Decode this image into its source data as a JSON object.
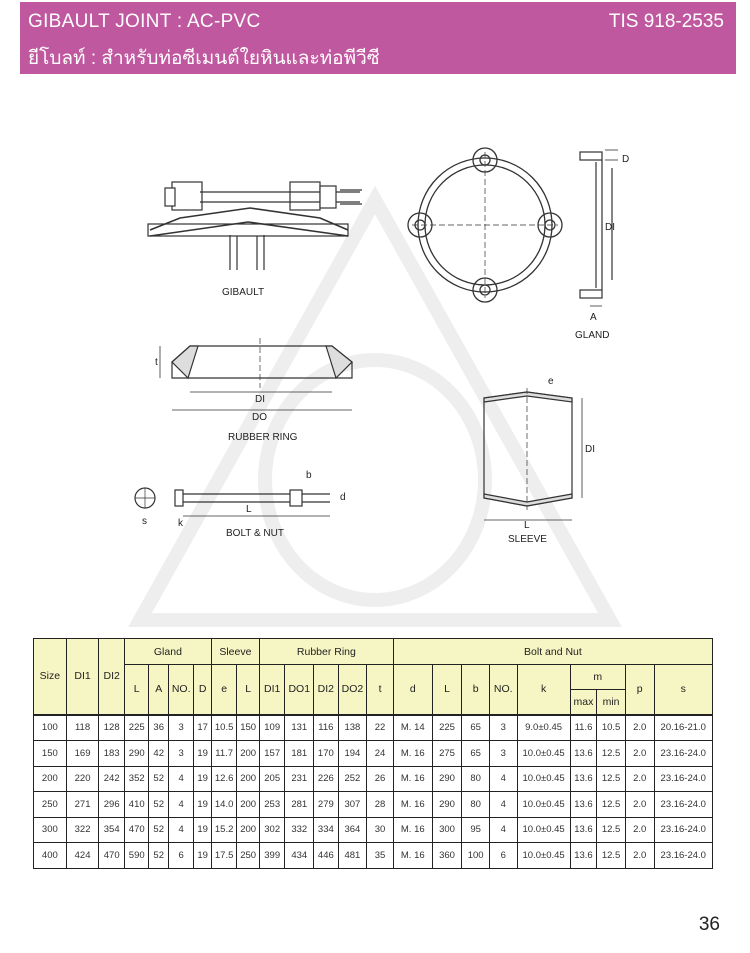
{
  "header": {
    "title": "GIBAULT JOINT : AC-PVC",
    "subtitle": "ยีโบลท์ : สำหรับท่อซีเมนต์ใยหินและท่อพีวีซี",
    "standard": "TIS 918-2535"
  },
  "drawings": {
    "gibault": "GIBAULT",
    "gland": "GLAND",
    "rubber_ring": "RUBBER RING",
    "bolt_nut": "BOLT & NUT",
    "sleeve": "SLEEVE",
    "dim_D": "D",
    "dim_DI": "DI",
    "dim_A": "A",
    "dim_t": "t",
    "dim_DO": "DO",
    "dim_e": "e",
    "dim_L": "L",
    "dim_b": "b",
    "dim_d": "d",
    "dim_s": "s",
    "dim_k": "k"
  },
  "table": {
    "group_headers": {
      "size": "Size",
      "di1": "DI1",
      "di2": "DI2",
      "gland": "Gland",
      "sleeve": "Sleeve",
      "rubber_ring": "Rubber Ring",
      "bolt_nut": "Bolt and Nut"
    },
    "sub_headers": {
      "gland": [
        "L",
        "A",
        "NO.",
        "D"
      ],
      "sleeve": [
        "e",
        "L"
      ],
      "rubber_ring": [
        "DI1",
        "DO1",
        "DI2",
        "DO2",
        "t"
      ],
      "bolt": [
        "d",
        "L",
        "b",
        "NO.",
        "k"
      ],
      "m": "m",
      "p": "p",
      "s": "s",
      "max": "max",
      "min": "min"
    },
    "rows": [
      [
        "100",
        "118",
        "128",
        "225",
        "36",
        "3",
        "17",
        "10.5",
        "150",
        "109",
        "131",
        "116",
        "138",
        "22",
        "M. 14",
        "225",
        "65",
        "3",
        "9.0±0.45",
        "11.6",
        "10.5",
        "2.0",
        "20.16-21.0"
      ],
      [
        "150",
        "169",
        "183",
        "290",
        "42",
        "3",
        "19",
        "11.7",
        "200",
        "157",
        "181",
        "170",
        "194",
        "24",
        "M. 16",
        "275",
        "65",
        "3",
        "10.0±0.45",
        "13.6",
        "12.5",
        "2.0",
        "23.16-24.0"
      ],
      [
        "200",
        "220",
        "242",
        "352",
        "52",
        "4",
        "19",
        "12.6",
        "200",
        "205",
        "231",
        "226",
        "252",
        "26",
        "M. 16",
        "290",
        "80",
        "4",
        "10.0±0.45",
        "13.6",
        "12.5",
        "2.0",
        "23.16-24.0"
      ],
      [
        "250",
        "271",
        "296",
        "410",
        "52",
        "4",
        "19",
        "14.0",
        "200",
        "253",
        "281",
        "279",
        "307",
        "28",
        "M. 16",
        "290",
        "80",
        "4",
        "10.0±0.45",
        "13.6",
        "12.5",
        "2.0",
        "23.16-24.0"
      ],
      [
        "300",
        "322",
        "354",
        "470",
        "52",
        "4",
        "19",
        "15.2",
        "200",
        "302",
        "332",
        "334",
        "364",
        "30",
        "M. 16",
        "300",
        "95",
        "4",
        "10.0±0.45",
        "13.6",
        "12.5",
        "2.0",
        "23.16-24.0"
      ],
      [
        "400",
        "424",
        "470",
        "590",
        "52",
        "6",
        "19",
        "17.5",
        "250",
        "399",
        "434",
        "446",
        "481",
        "35",
        "M. 16",
        "360",
        "100",
        "6",
        "10.0±0.45",
        "13.6",
        "12.5",
        "2.0",
        "23.16-24.0"
      ]
    ]
  },
  "page_number": "36"
}
